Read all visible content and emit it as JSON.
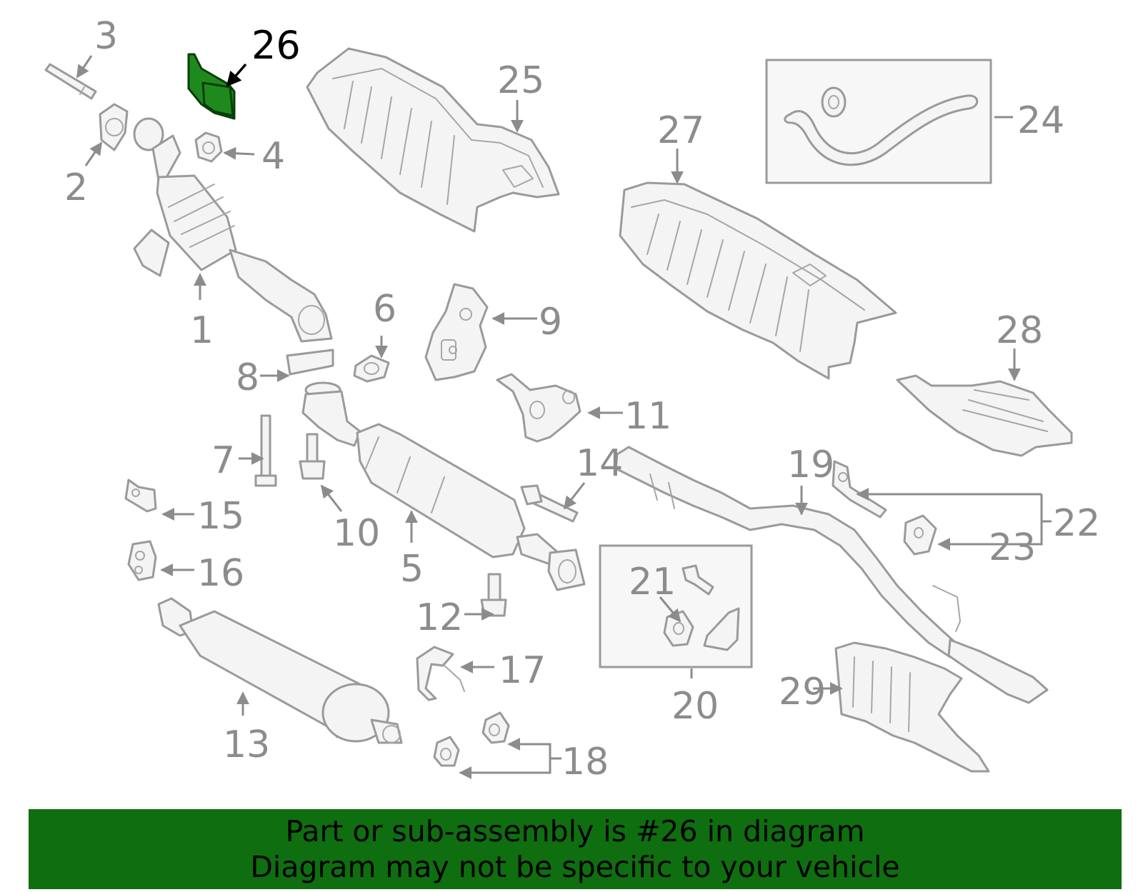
{
  "diagram": {
    "highlighted_part": "26",
    "callouts": [
      "1",
      "2",
      "3",
      "4",
      "5",
      "6",
      "7",
      "8",
      "9",
      "10",
      "11",
      "12",
      "13",
      "14",
      "15",
      "16",
      "17",
      "18",
      "19",
      "20",
      "21",
      "22",
      "23",
      "24",
      "25",
      "26",
      "27",
      "28",
      "29"
    ]
  },
  "banner": {
    "line1": "Part or sub-assembly is #26 in diagram",
    "line2": "Diagram may not be specific to your vehicle",
    "background_color": "#0f6e0f",
    "highlight_color": "#1e8a1e"
  }
}
